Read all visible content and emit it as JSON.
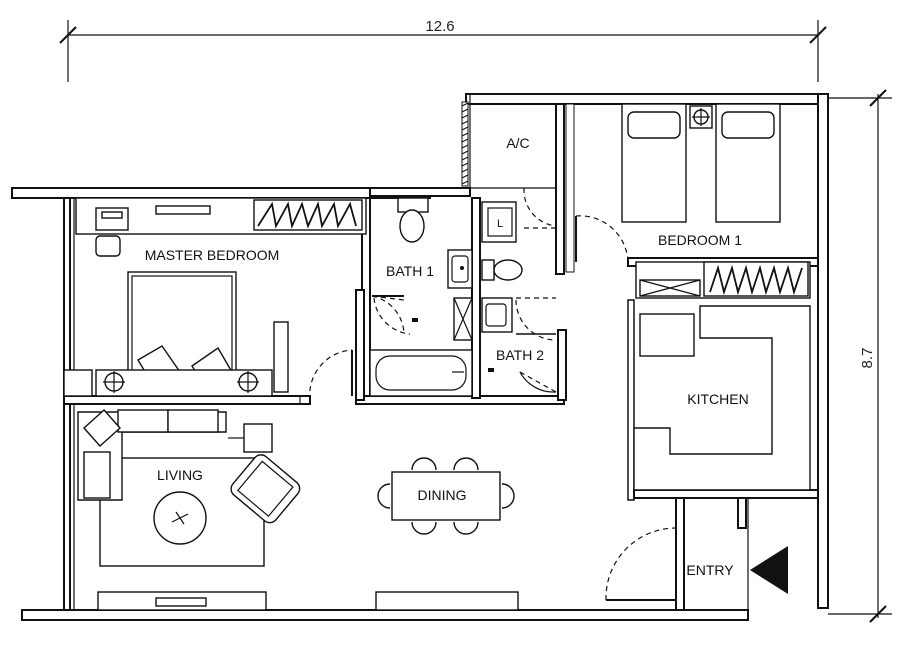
{
  "dimensions": {
    "width_label": "12.6",
    "height_label": "8.7"
  },
  "rooms": {
    "master_bedroom": "MASTER BEDROOM",
    "bath1": "BATH 1",
    "ac": "A/C",
    "bedroom1": "BEDROOM 1",
    "bath2": "BATH 2",
    "kitchen": "KITCHEN",
    "living": "LIVING",
    "dining": "DINING",
    "entry": "ENTRY"
  },
  "fixtures": {
    "laundry_label": "L"
  }
}
